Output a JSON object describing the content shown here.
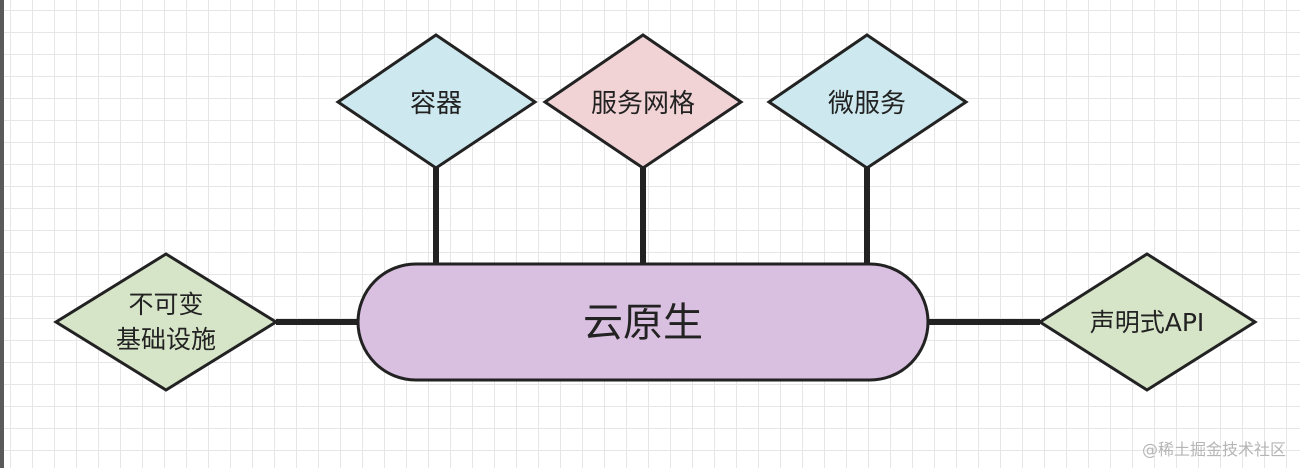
{
  "diagram": {
    "center": {
      "label": "云原生",
      "color": "#d9bfe0"
    },
    "top_nodes": [
      {
        "label": "容器",
        "color": "#cde9ef"
      },
      {
        "label": "服务网格",
        "color": "#f1d3d6"
      },
      {
        "label": "微服务",
        "color": "#cde9ef"
      }
    ],
    "left_node": {
      "lines": [
        "不可变",
        "基础设施"
      ],
      "color": "#d6e4c8"
    },
    "right_node": {
      "label": "声明式API",
      "color": "#d6e4c8"
    }
  },
  "watermark": "@稀土掘金技术社区"
}
